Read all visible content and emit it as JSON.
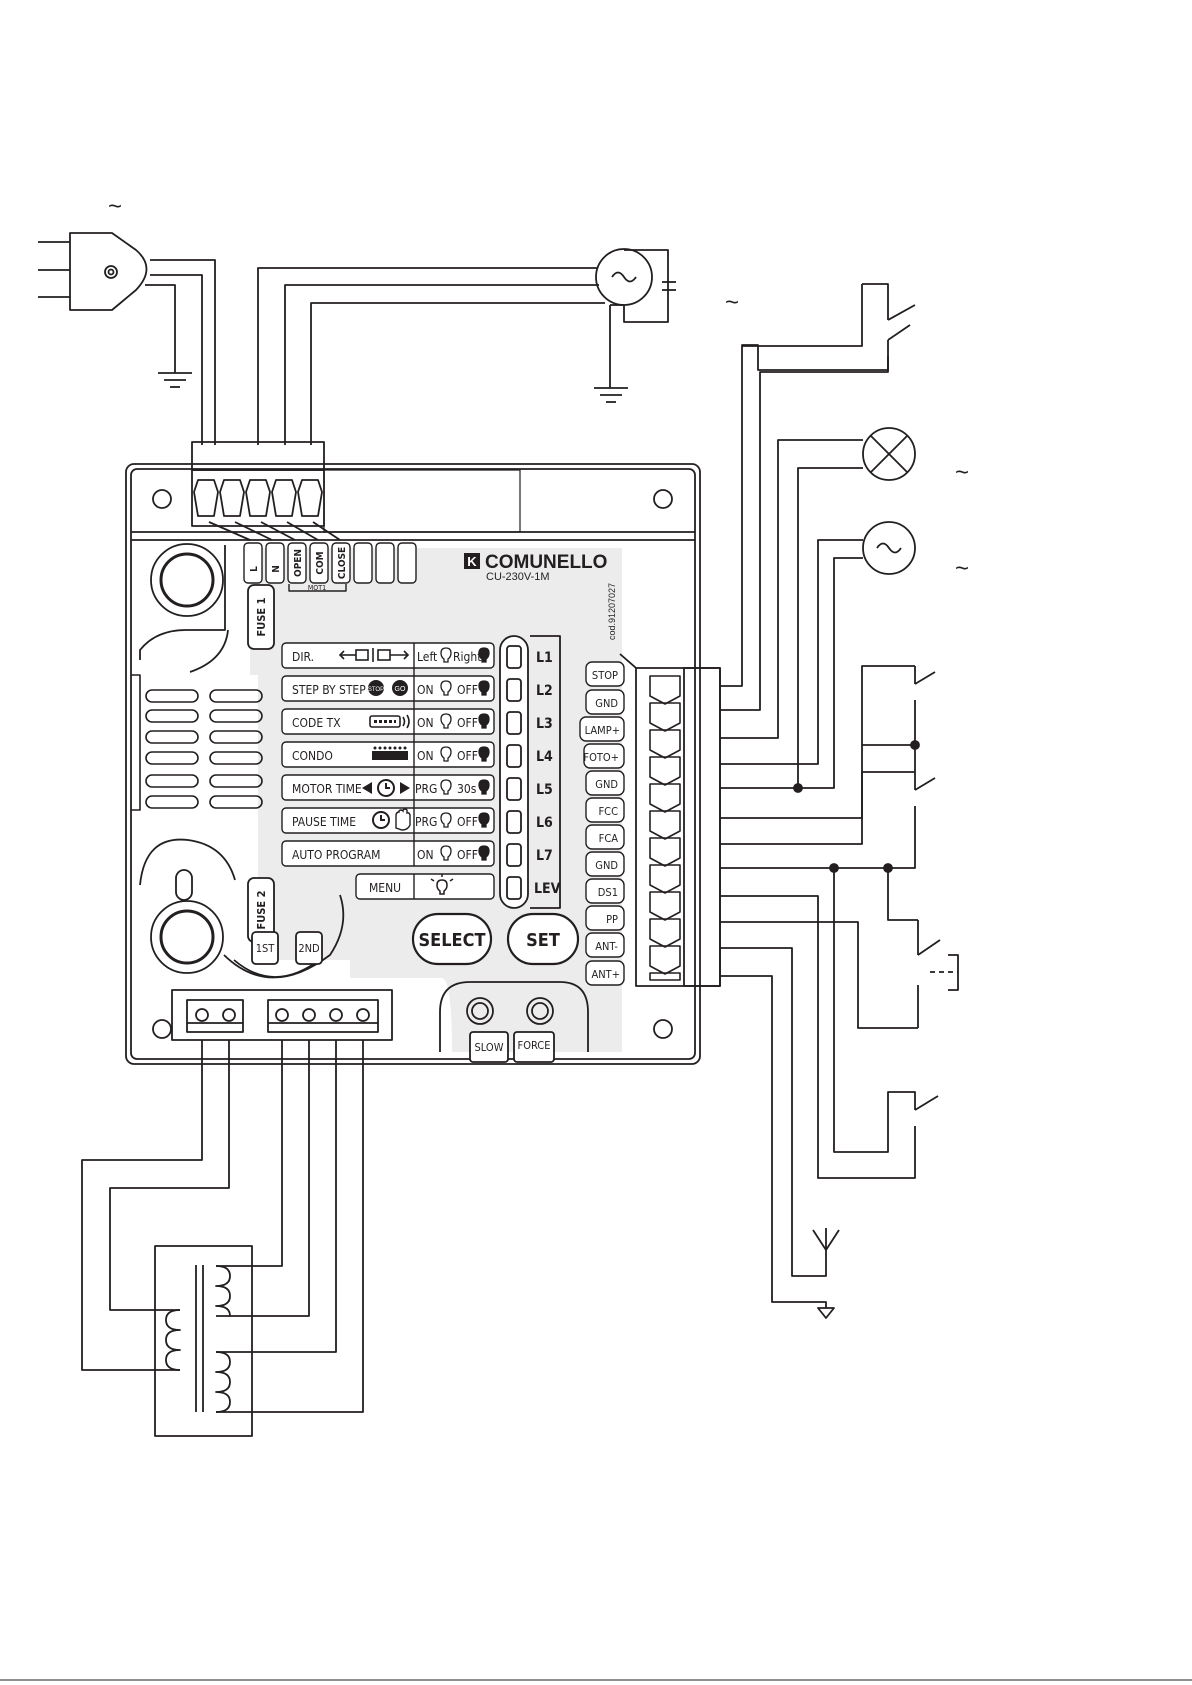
{
  "brand": {
    "logo_letter": "K",
    "name": "COMUNELLO",
    "model": "CU-230V-1M",
    "code": "cod.91207027"
  },
  "symbols": {
    "ac": "~"
  },
  "top_terminals": {
    "labels": [
      "L",
      "N",
      "OPEN",
      "COM",
      "CLOSE"
    ],
    "group": "MOT1"
  },
  "fuses": {
    "fuse1": "FUSE 1",
    "fuse2": "FUSE 2"
  },
  "menu_rows": [
    {
      "label": "DIR.",
      "opt1": "Left",
      "opt2": "Right",
      "led": "L1",
      "icon": "direction-icon"
    },
    {
      "label": "STEP BY STEP",
      "opt1": "ON",
      "opt2": "OFF",
      "led": "L2",
      "icon": "stop-go-icon",
      "badges": [
        "STOP",
        "GO"
      ]
    },
    {
      "label": "CODE TX",
      "opt1": "ON",
      "opt2": "OFF",
      "led": "L3",
      "icon": "remote-icon"
    },
    {
      "label": "CONDO",
      "opt1": "ON",
      "opt2": "OFF",
      "led": "L4",
      "icon": "condo-icon"
    },
    {
      "label": "MOTOR TIME",
      "opt1": "PRG",
      "opt2": "30s",
      "led": "L5",
      "icon": "clock-arrows-icon"
    },
    {
      "label": "PAUSE TIME",
      "opt1": "PRG",
      "opt2": "OFF",
      "led": "L6",
      "icon": "clock-hand-icon"
    },
    {
      "label": "AUTO PROGRAM",
      "opt1": "ON",
      "opt2": "OFF",
      "led": "L7",
      "icon": ""
    },
    {
      "label": "MENU",
      "led": "LEV",
      "icon": "bulb-icon"
    }
  ],
  "buttons": {
    "select": "SELECT",
    "set": "SET",
    "first": "1ST",
    "second": "2ND",
    "slow": "SLOW",
    "force": "FORCE"
  },
  "right_terminals": [
    "STOP",
    "GND",
    "LAMP+",
    "FOTO+",
    "GND",
    "FCC",
    "FCA",
    "GND",
    "DS1",
    "PP",
    "ANT-",
    "ANT+"
  ]
}
